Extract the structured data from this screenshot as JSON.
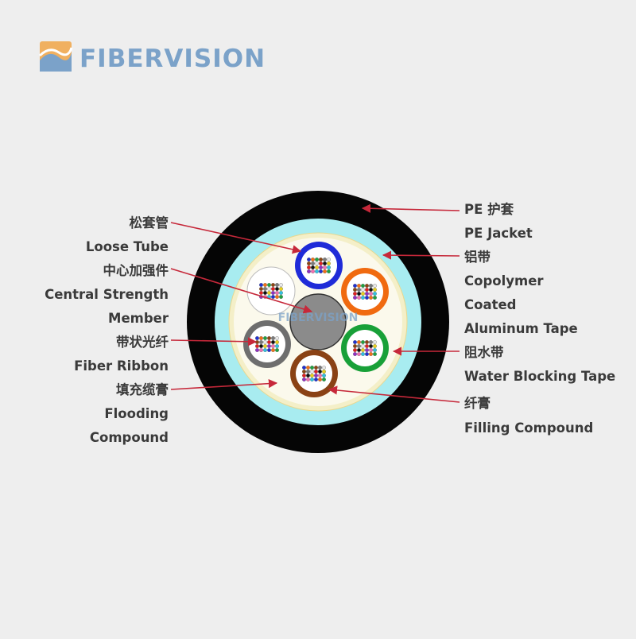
{
  "brand": {
    "name": "FIBERVISION",
    "color": "#7ba2c9",
    "logo_color": "#f0b060"
  },
  "watermark": "FIBERVISION",
  "colors": {
    "jacket": "#050505",
    "aluminum_tape": "#a8ecf0",
    "water_blocking_ring": "#f4efc8",
    "filling": "#fbf9ec",
    "center_member": "#8b8b8b",
    "arrow": "#c6283a",
    "text": "#3a3a3a"
  },
  "tubes": [
    {
      "name": "blue",
      "color": "#1f2bd8"
    },
    {
      "name": "orange",
      "color": "#f06a10"
    },
    {
      "name": "green",
      "color": "#18a038"
    },
    {
      "name": "brown",
      "color": "#8a4215"
    },
    {
      "name": "gray",
      "color": "#6e6e6e"
    },
    {
      "name": "white",
      "color": "#ffffff"
    }
  ],
  "fiber_colors": [
    "#2030d0",
    "#f07018",
    "#20a040",
    "#8b4513",
    "#7a7a7a",
    "#e8e8e8",
    "#e02020",
    "#111111",
    "#e8d020",
    "#9030c0",
    "#f070b0",
    "#30c0e0"
  ],
  "labels": {
    "left": [
      {
        "cn": "松套管",
        "en": [
          "Loose Tube"
        ]
      },
      {
        "cn": "中心加强件",
        "en": [
          "Central Strength",
          "Member"
        ]
      },
      {
        "cn": "带状光纤",
        "en": [
          "Fiber Ribbon"
        ]
      },
      {
        "cn": "填充缆膏",
        "en": [
          "Flooding",
          "Compound"
        ]
      }
    ],
    "right": [
      {
        "cn": "PE 护套",
        "en": [
          "PE Jacket"
        ]
      },
      {
        "cn": "铝带",
        "en": [
          "Copolymer",
          "Coated",
          "Aluminum Tape"
        ]
      },
      {
        "cn": "阻水带",
        "en": [
          "Water Blocking Tape"
        ]
      },
      {
        "cn": "纤膏",
        "en": [
          "Filling Compound"
        ]
      }
    ]
  }
}
